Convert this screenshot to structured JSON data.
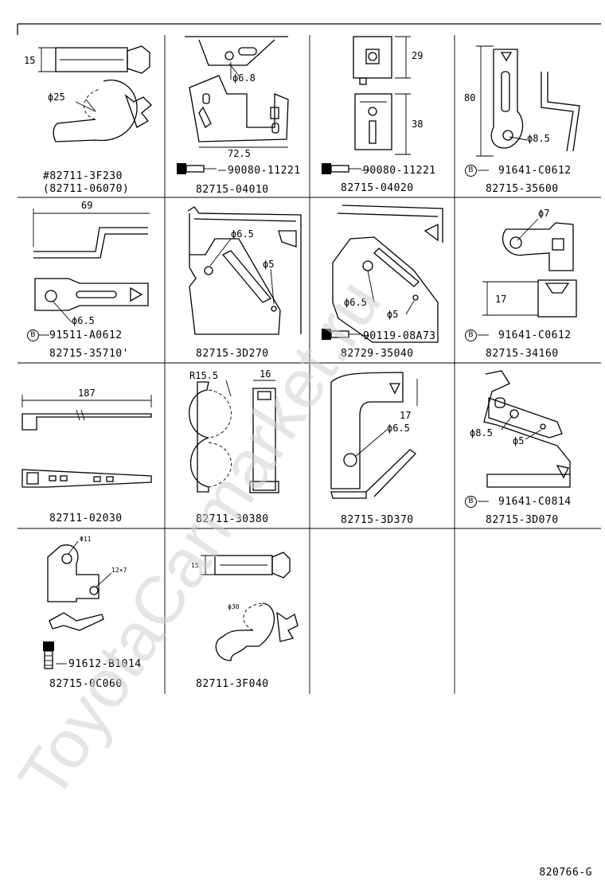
{
  "colors": {
    "ink": "#000000",
    "watermark": "#cfcfcf"
  },
  "watermark": "ToyotaCarmarket.ru",
  "drawing_code": "820766-G",
  "cells": [
    {
      "part": "#82711-3F230",
      "alt_part": "(82711-06070)",
      "dims": [
        "15",
        "ϕ25"
      ]
    },
    {
      "part": "82715-04010",
      "fastener": "90080-11221",
      "dims": [
        "ϕ6.8",
        "72.5"
      ]
    },
    {
      "part": "82715-04020",
      "fastener": "90080-11221",
      "dims": [
        "29",
        "38"
      ]
    },
    {
      "part": "82715-35600",
      "fastener": "91641-C0612",
      "fastener_mark": "B",
      "dims": [
        "80",
        "ϕ8.5"
      ]
    },
    {
      "part": "82715-35710'",
      "fastener": "91511-A0612",
      "fastener_mark": "B",
      "dims": [
        "69",
        "ϕ6.5"
      ]
    },
    {
      "part": "82715-3D270",
      "dims": [
        "ϕ6.5",
        "ϕ5"
      ]
    },
    {
      "part": "82729-35040",
      "fastener": "90119-08A73",
      "dims": [
        "ϕ6.5",
        "ϕ5"
      ]
    },
    {
      "part": "82715-34160",
      "fastener": "91641-C0612",
      "fastener_mark": "B",
      "dims": [
        "ϕ7",
        "17"
      ]
    },
    {
      "part": "82711-02030",
      "dims": [
        "187"
      ]
    },
    {
      "part": "82711-30380",
      "dims": [
        "R15.5",
        "16"
      ]
    },
    {
      "part": "82715-3D370",
      "dims": [
        "17",
        "ϕ6.5"
      ]
    },
    {
      "part": "82715-3D070",
      "fastener": "91641-C0814",
      "fastener_mark": "B",
      "dims": [
        "ϕ8.5",
        "ϕ5"
      ]
    },
    {
      "part": "82715-0C060",
      "fastener": "91612-B1014",
      "dims": [
        "Φ11",
        "12×7"
      ]
    },
    {
      "part": "82711-3F040",
      "dims": [
        "15",
        "ϕ30"
      ]
    }
  ]
}
